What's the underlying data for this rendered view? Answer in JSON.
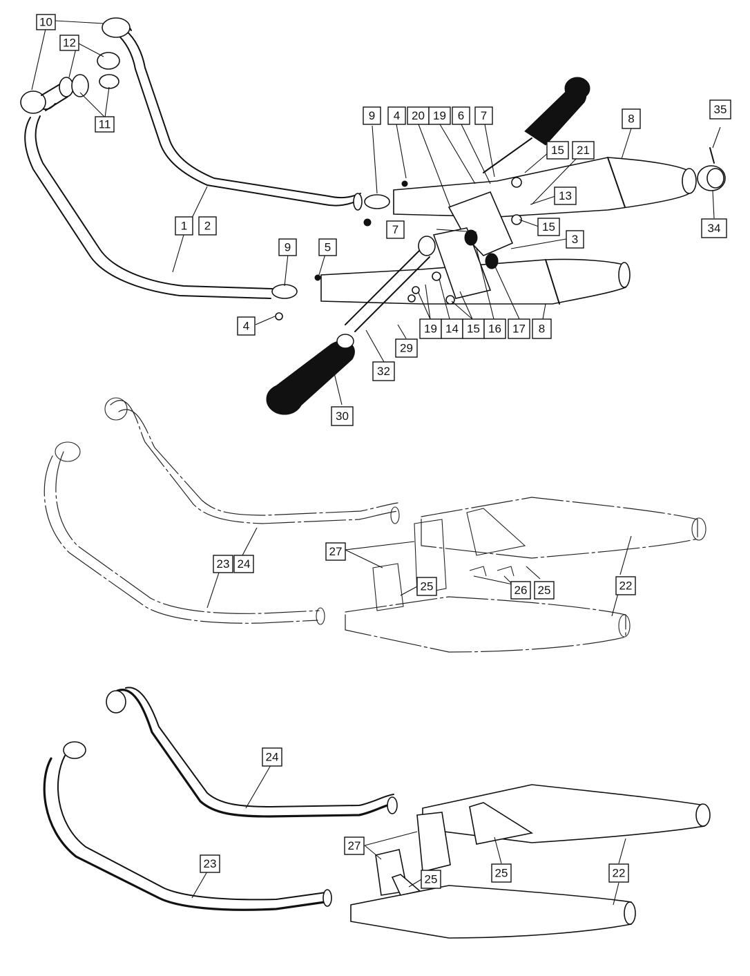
{
  "callouts": {
    "c10": "10",
    "c12": "12",
    "c11": "11",
    "c9a": "9",
    "c4a": "4",
    "c20": "20",
    "c19a": "19",
    "c6": "6",
    "c7a": "7",
    "c8a": "8",
    "c35": "35",
    "c34": "34",
    "c15a": "15",
    "c21": "21",
    "c13": "13",
    "c15b": "15",
    "c1": "1",
    "c2": "2",
    "c7b": "7",
    "c3": "3",
    "c9b": "9",
    "c5": "5",
    "c4b": "4",
    "c19b": "19",
    "c14": "14",
    "c15c": "15",
    "c16": "16",
    "c17": "17",
    "c8b": "8",
    "c29": "29",
    "c32": "32",
    "c30": "30",
    "c27a": "27",
    "c23a": "23",
    "c24a": "24",
    "c25a": "25",
    "c26": "26",
    "c25b": "25",
    "c22a": "22",
    "c24b": "24",
    "c23b": "23",
    "c27b": "27",
    "c25c": "25",
    "c25d": "25",
    "c22b": "22"
  }
}
